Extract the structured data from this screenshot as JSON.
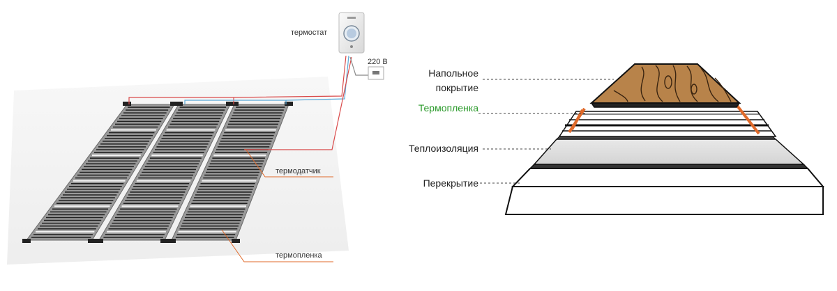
{
  "colors": {
    "accent_orange": "#e06a2a",
    "green_label": "#2a9a2a",
    "wire_red": "#d94a4a",
    "wire_blue": "#5aa8d6",
    "wood": "#b8834a"
  },
  "left": {
    "thermostat_label": "термостат",
    "power_label": "220 В",
    "sensor_label": "термодатчик",
    "film_label": "термопленка"
  },
  "right": {
    "layers": [
      {
        "id": "floor",
        "label_line1": "Напольное",
        "label_line2": "покрытие"
      },
      {
        "id": "film",
        "label_line1": "Термопленка"
      },
      {
        "id": "insulation",
        "label_line1": "Теплоизоляция"
      },
      {
        "id": "slab",
        "label_line1": "Перекрытие"
      }
    ]
  }
}
